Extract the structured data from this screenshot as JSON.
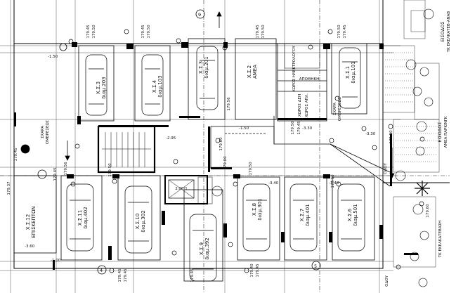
{
  "plan": {
    "parking_spaces": [
      {
        "code": "Χ.Σ.3",
        "owner": "διαμ.203"
      },
      {
        "code": "Χ.Σ.4",
        "owner": "διαμ.103"
      },
      {
        "code": "Χ.Σ.3",
        "owner": "διαμ.201"
      },
      {
        "code": "Χ.Σ.1",
        "owner": "διαμ.101"
      },
      {
        "code": "Χ.Σ.11",
        "owner": "διαμ.402"
      },
      {
        "code": "Χ.Σ.10",
        "owner": "διαμ.302"
      },
      {
        "code": "Χ.Σ.9",
        "owner": "διαμ.392"
      },
      {
        "code": "Χ.Σ.8",
        "owner": "διαμ.301"
      },
      {
        "code": "Χ.Σ.7",
        "owner": "διαμ.401"
      },
      {
        "code": "Χ.Σ.6",
        "owner": "διαμ.501"
      }
    ],
    "texts": {
      "xs2": "Χ.Σ.2",
      "amea": "ΑΜΕΑ",
      "xs12": "Χ.Σ.12",
      "episkepton": "ΕΠΙΣΚΕΠΤΩΝ",
      "xoros_ilektrologiou": "ΧΩΡΟΣ ΗΛΕΚΤΡΟΛΟΓΟΥ",
      "apothiki": "ΑΠΟΘΗΚΗ",
      "xoros_deh": "ΧΩΡΟΣ ΔΕΗ",
      "xoros_aplis": "ΧΩΡΟΣ ΑΠΛ.",
      "sxara": "ΣΧΑΡΑ",
      "ompvreseos": "ΟΜΒΡΕΣΕΩΣ",
      "eisodos_top": "ΕΙΣΟΔΟΣ",
      "tk": "ΤΚ ΕΚΕΛΚΑΤΕΒ-ΑΝΑΒ",
      "eisodos_ameaa": "ΕΙΣΟΔΟΣ",
      "ameaa": "ΑΜΕΑ ΠΑΡΚΙΝΓΚ",
      "odos_right": "ΟΔΟΥ",
      "odos_bottom": "ΟΔΟΥ",
      "tk_bottom": "ΤΚ ΕΚΕΛΚΑΤΕΒΑΣΗ",
      "lift": "2.00/1",
      "dim_1": "-1.50",
      "dim_2": "-2.95",
      "dim_3": "-3.30",
      "dim_4": "-3.40",
      "dim_5": "-3.40",
      "dim_6": "-3.60",
      "dim_7": "-1.50",
      "dim_8": "-3.30",
      "dim_9": "-1.00",
      "num_4": "4",
      "num_5": "5",
      "num_9": "9"
    },
    "elevations": [
      "179.45",
      "179.50",
      "179.45",
      "179.50",
      "179.45",
      "179.50",
      "179.56",
      "179.50",
      "179.45",
      "179.45",
      "179.45",
      "179.50",
      "179.45",
      "179.45",
      "179.40",
      "179.45",
      "179.50",
      "179.45",
      "179.60",
      "179.00",
      "179.50",
      "179.60",
      "179.37",
      "179.56",
      "179.45",
      "179.50",
      "179.60"
    ]
  }
}
